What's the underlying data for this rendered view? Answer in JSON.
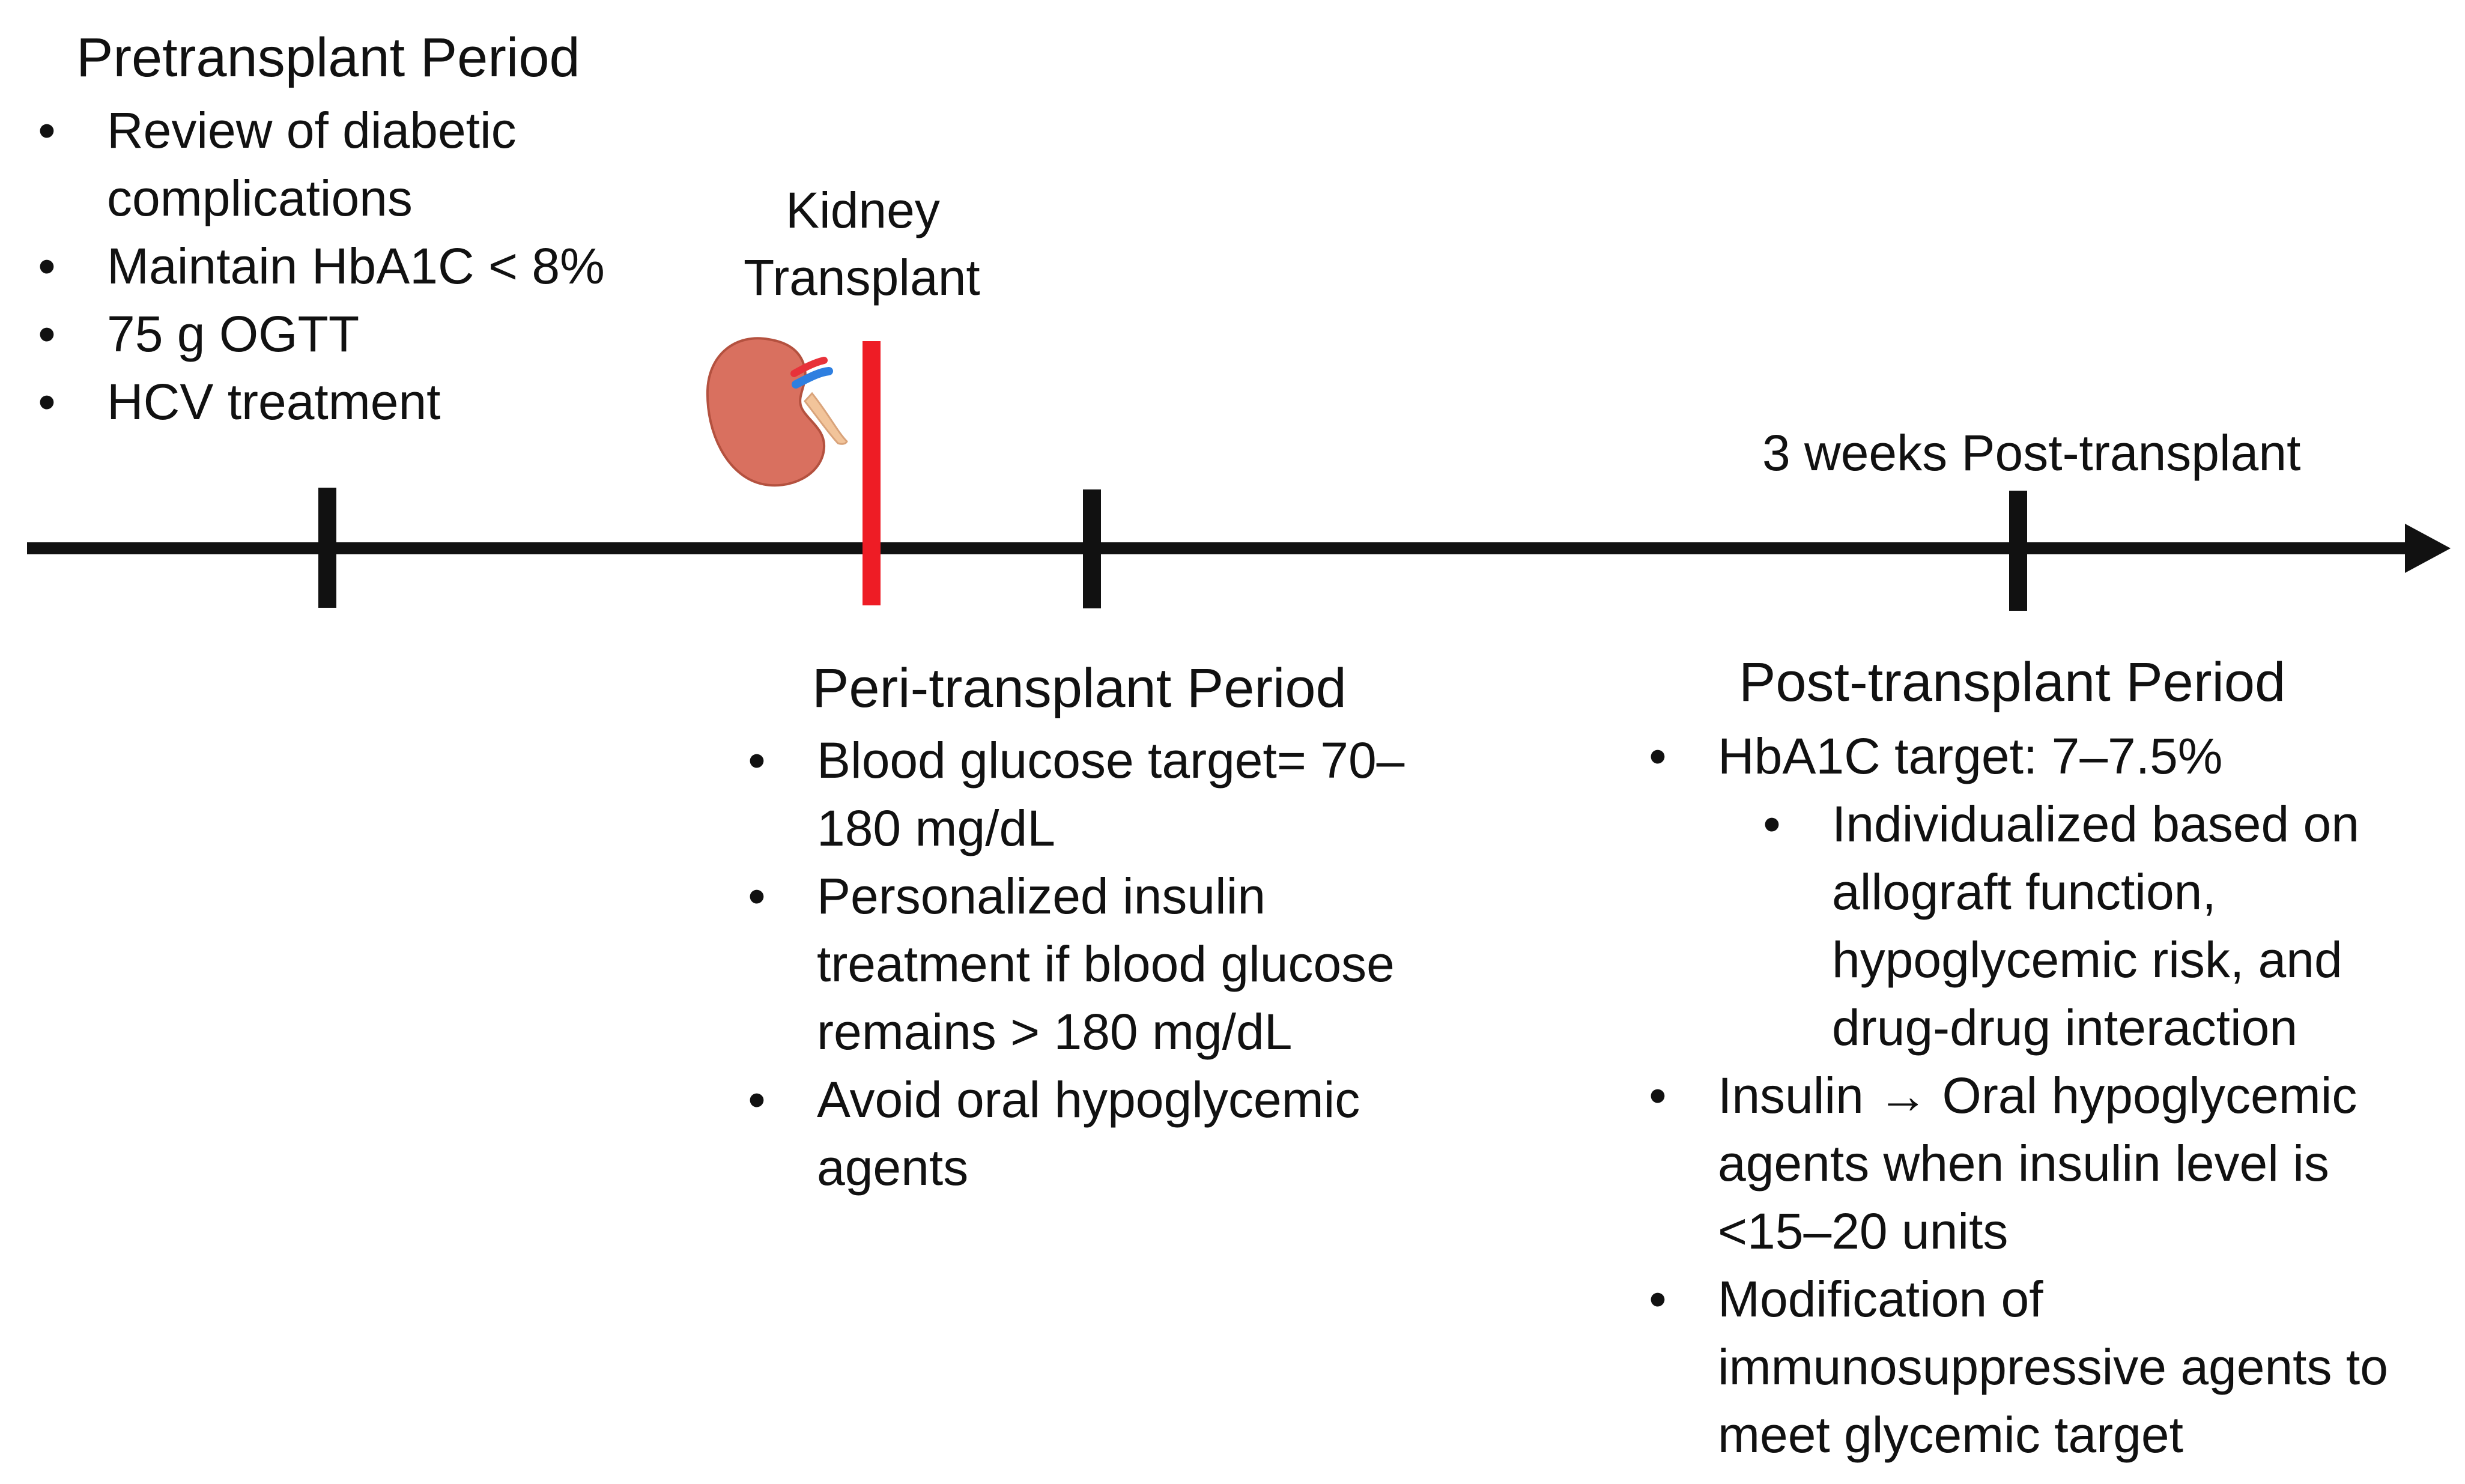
{
  "pretransplant": {
    "title": "Pretransplant Period",
    "items": [
      "Review of diabetic complications",
      "Maintain HbA1C < 8%",
      "75 g OGTT",
      "HCV treatment"
    ]
  },
  "kidney_transplant": {
    "line1": "Kidney",
    "line2": "Transplant"
  },
  "post_marker": {
    "label": "3 weeks Post-transplant"
  },
  "peritransplant": {
    "title": "Peri-transplant Period",
    "items": [
      "Blood glucose target= 70–180 mg/dL",
      "Personalized insulin treatment if blood glucose remains > 180 mg/dL",
      "Avoid oral hypoglycemic agents"
    ]
  },
  "posttransplant": {
    "title": "Post-transplant Period",
    "item1": "HbA1C target: 7–7.5%",
    "item1_sub": "Individualized based on allograft function, hypoglycemic risk, and drug-drug interaction",
    "item2": "Insulin → Oral hypoglycemic agents when insulin level is <15–20 units",
    "item3": "Modification of immunosuppressive agents to meet glycemic target"
  },
  "bullet_char": "•",
  "colors": {
    "axis": "#111111",
    "transplant_marker": "#ee1c25",
    "kidney_body": "#d9705f",
    "kidney_outline": "#b4513f",
    "artery": "#e8323a",
    "vein": "#2e7fe0",
    "ureter": "#f2c49a"
  },
  "icons": [
    "kidney-icon",
    "timeline-arrow-icon"
  ]
}
